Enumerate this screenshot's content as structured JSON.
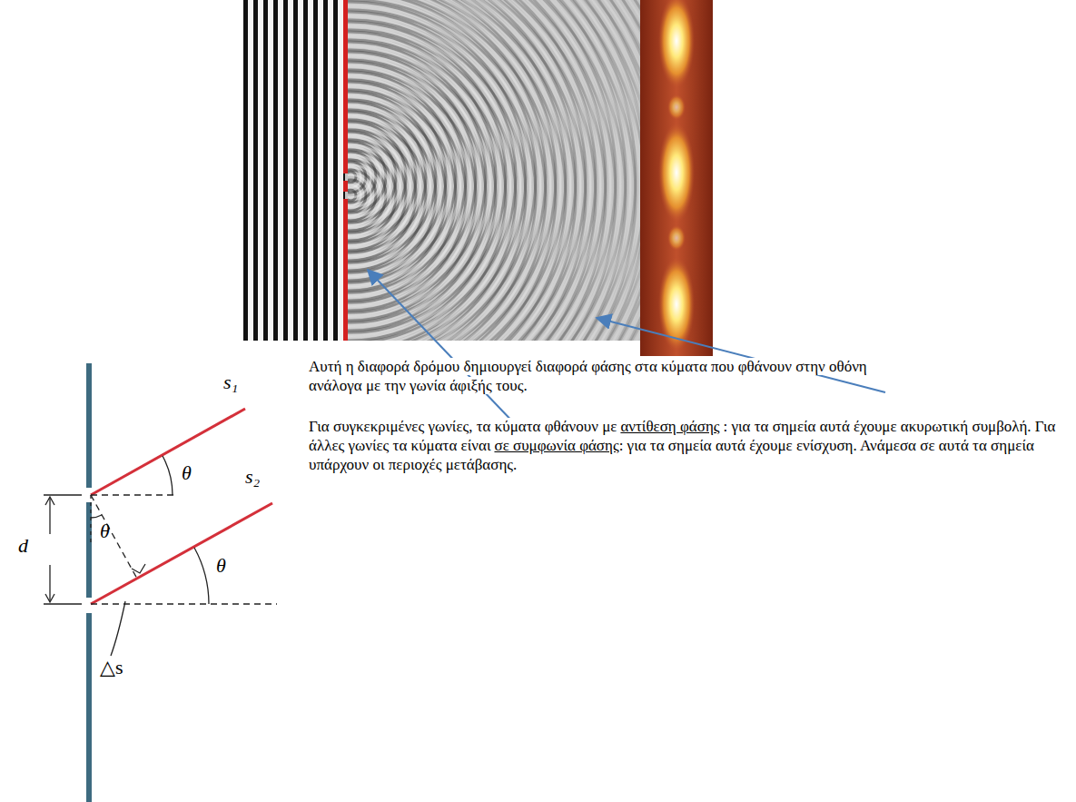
{
  "diagram": {
    "labels": [
      "Αυτή η διαφορά δρόμου δημιουργεί διαφορά φάσης στα κύματα που φθάνουν στην οθόνη ανάλογα με την γωνία άφιξής τους.",
      "Για συγκεκριμένες γωνίες, τα κύματα φθάνουν με",
      "αντίθεση φάσης",
      ": για τα σημεία αυτά έχουμε ακυρωτική συμβολή. Για άλλες γωνίες τα κύματα είναι",
      "σε συμφωνία φάσης",
      ": για τα σημεία αυτά έχουμε ενίσχυση. Ανάμεσα σε αυτά τα σημεία υπάρχουν οι περιοχές μετάβασης.",
      "s₁",
      "s₂",
      "θ",
      "θ",
      "θ",
      "d",
      "△s"
    ]
  }
}
